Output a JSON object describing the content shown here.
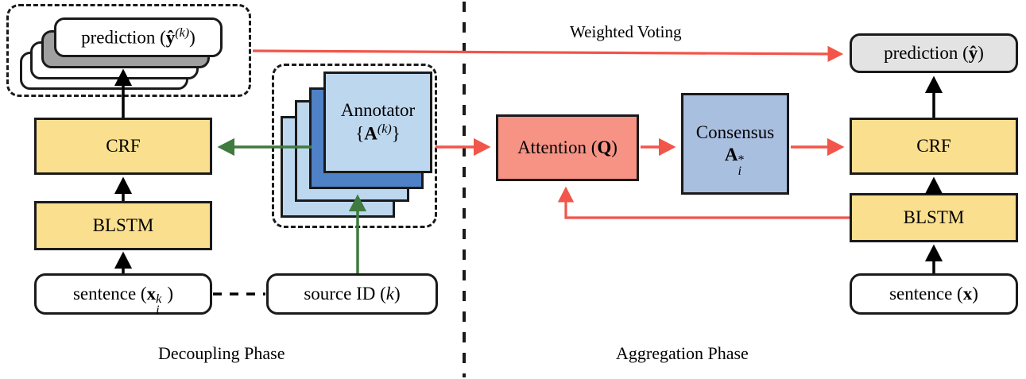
{
  "diagram": {
    "title_left_phase": "Decoupling Phase",
    "title_right_phase": "Aggregation Phase",
    "weighted_voting_label": "Weighted Voting",
    "colors": {
      "yellow": "#fadf8e",
      "light_blue": "#bdd7ee",
      "dark_blue": "#4f81c7",
      "salmon": "#f79385",
      "consensus_blue": "#a9bfe0",
      "gray": "#e3e3e3",
      "outline": "#1a1a1a",
      "red_arrow": "#f2554a",
      "green_arrow": "#3f7a3f",
      "black_arrow": "#000000"
    }
  },
  "left_phase": {
    "prediction_stack": {
      "label_prefix": "prediction (",
      "label_symbol": "y",
      "label_sup": "(k)",
      "label_suffix": ")",
      "layers": 4
    },
    "crf": "CRF",
    "blstm": "BLSTM",
    "sentence": {
      "prefix": "sentence (",
      "symbol": "x",
      "sub": "i",
      "sup": "k",
      "suffix": ")"
    },
    "annotator_stack": {
      "line1": "Annotator",
      "line2_open": "{",
      "line2_symbol": "A",
      "line2_sup": "(k)",
      "line2_close": "}",
      "layers": 4
    },
    "source_id": {
      "prefix": "source ID (",
      "symbol": "k",
      "suffix": ")"
    }
  },
  "right_phase": {
    "attention": {
      "prefix": "Attention (",
      "symbol": "Q",
      "suffix": ")"
    },
    "consensus": {
      "line1": "Consensus",
      "symbol": "A",
      "sup": "*",
      "sub": "i"
    },
    "crf": "CRF",
    "blstm": "BLSTM",
    "sentence": {
      "prefix": "sentence (",
      "symbol": "x",
      "suffix": ")"
    },
    "prediction": {
      "prefix": "prediction (",
      "symbol": "y",
      "suffix": ")"
    }
  }
}
